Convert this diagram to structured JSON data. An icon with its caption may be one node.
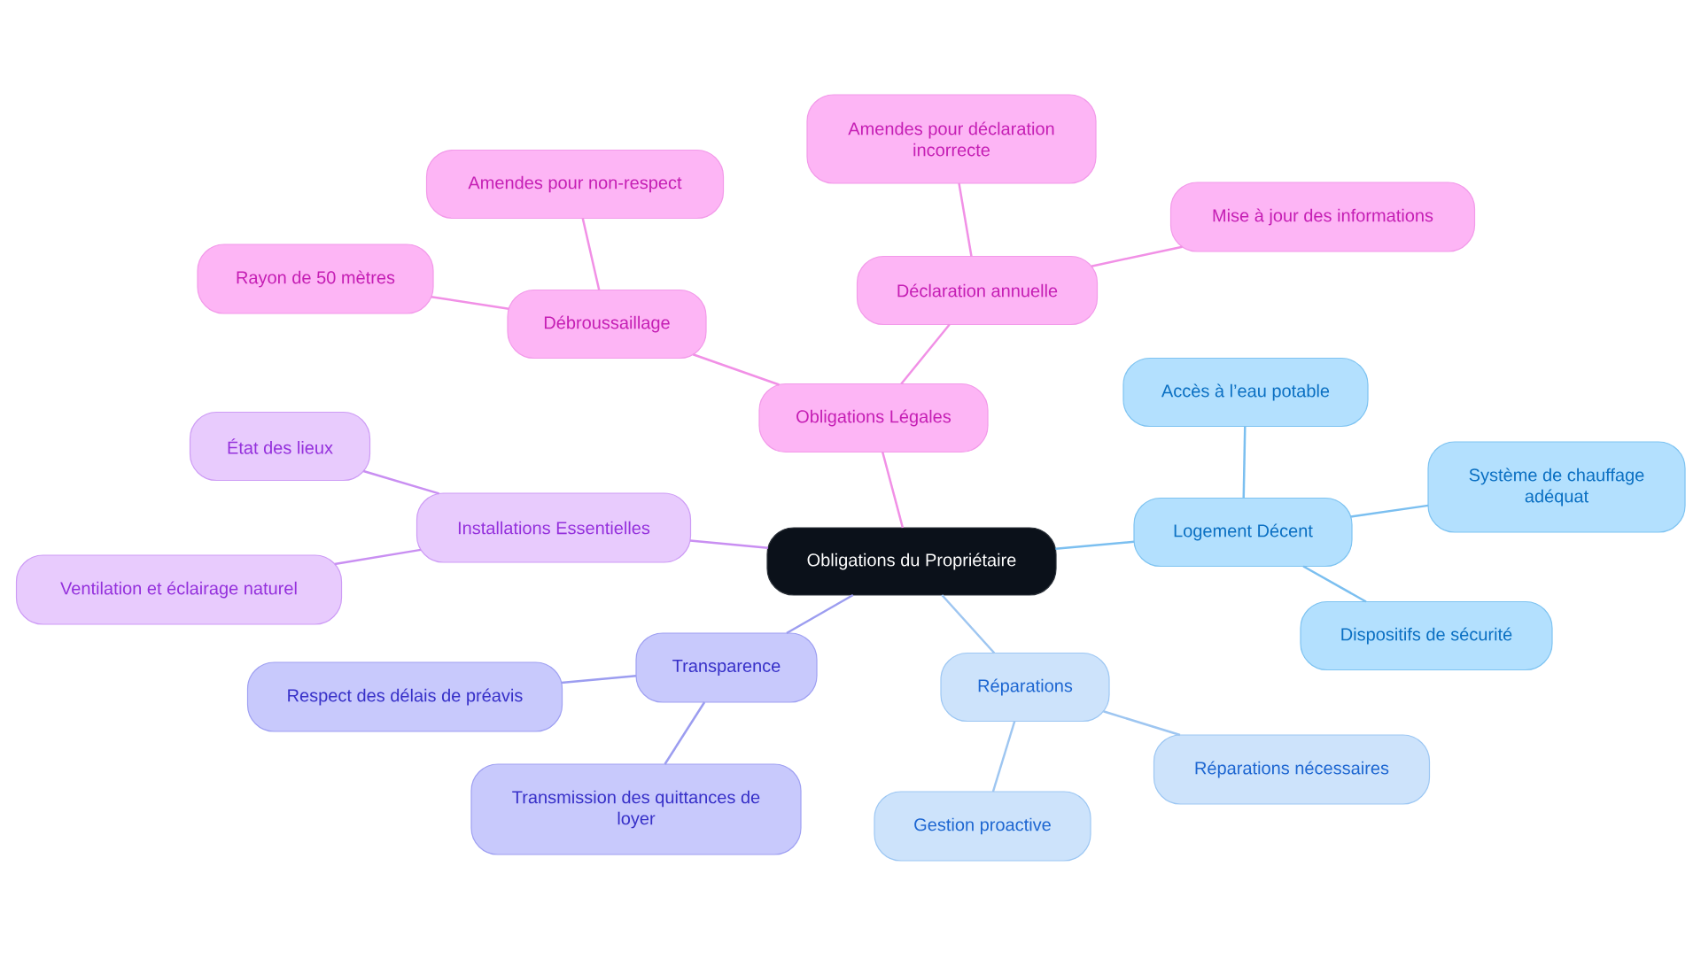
{
  "diagram": {
    "nodes": [
      {
        "text": [
          "Obligations du Propriétaire"
        ]
      },
      {
        "text": [
          "Obligations Légales"
        ]
      },
      {
        "text": [
          "Débroussaillage"
        ]
      },
      {
        "text": [
          "Amendes pour non-respect"
        ]
      },
      {
        "text": [
          "Rayon de 50 mètres"
        ]
      },
      {
        "text": [
          "Déclaration annuelle"
        ]
      },
      {
        "text": [
          "Amendes pour déclaration incorrecte"
        ]
      },
      {
        "text": [
          "Mise à jour des informations"
        ]
      },
      {
        "text": [
          "Logement Décent"
        ]
      },
      {
        "text": [
          "Accès à l’eau potable"
        ]
      },
      {
        "text": [
          "Système de chauffage adéquat"
        ]
      },
      {
        "text": [
          "Dispositifs de sécurité"
        ]
      },
      {
        "text": [
          "Réparations"
        ]
      },
      {
        "text": [
          "Réparations nécessaires"
        ]
      },
      {
        "text": [
          "Gestion proactive"
        ]
      },
      {
        "text": [
          "Transparence"
        ]
      },
      {
        "text": [
          "Respect des délais de préavis"
        ]
      },
      {
        "text": [
          "Transmission des quittances de loyer"
        ]
      },
      {
        "text": [
          "Installations Essentielles"
        ]
      },
      {
        "text": [
          "État des lieux"
        ]
      },
      {
        "text": [
          "Ventilation et éclairage naturel"
        ]
      }
    ],
    "edges": [
      {
        "from": 0,
        "to": 1,
        "arrow": "none"
      },
      {
        "from": 1,
        "to": 2,
        "arrow": "none"
      },
      {
        "from": 2,
        "to": 3,
        "arrow": "none"
      },
      {
        "from": 2,
        "to": 4,
        "arrow": "none"
      },
      {
        "from": 1,
        "to": 5,
        "arrow": "none"
      },
      {
        "from": 5,
        "to": 6,
        "arrow": "none"
      },
      {
        "from": 5,
        "to": 7,
        "arrow": "none"
      },
      {
        "from": 0,
        "to": 8,
        "arrow": "none",
        "color": "#7bbff0"
      },
      {
        "from": 8,
        "to": 9,
        "arrow": "none",
        "color": "#7bbff0"
      },
      {
        "from": 8,
        "to": 10,
        "arrow": "none",
        "color": "#7bbff0"
      },
      {
        "from": 8,
        "to": 11,
        "arrow": "none",
        "color": "#7bbff0"
      },
      {
        "from": 0,
        "to": 12,
        "arrow": "none",
        "color": "#9ec6f1"
      },
      {
        "from": 12,
        "to": 13,
        "arrow": "none",
        "color": "#9ec6f1"
      },
      {
        "from": 12,
        "to": 14,
        "arrow": "none",
        "color": "#9ec6f1"
      },
      {
        "from": 0,
        "to": 15,
        "arrow": "none",
        "color": "#9c9df0"
      },
      {
        "from": 15,
        "to": 16,
        "arrow": "none",
        "color": "#9c9df0"
      },
      {
        "from": 15,
        "to": 17,
        "arrow": "none",
        "color": "#9c9df0"
      },
      {
        "from": 0,
        "to": 18,
        "arrow": "none",
        "color": "#c98ff2"
      },
      {
        "from": 18,
        "to": 19,
        "arrow": "none",
        "color": "#c98ff2"
      },
      {
        "from": 18,
        "to": 20,
        "arrow": "none",
        "color": "#c98ff2"
      }
    ]
  }
}
